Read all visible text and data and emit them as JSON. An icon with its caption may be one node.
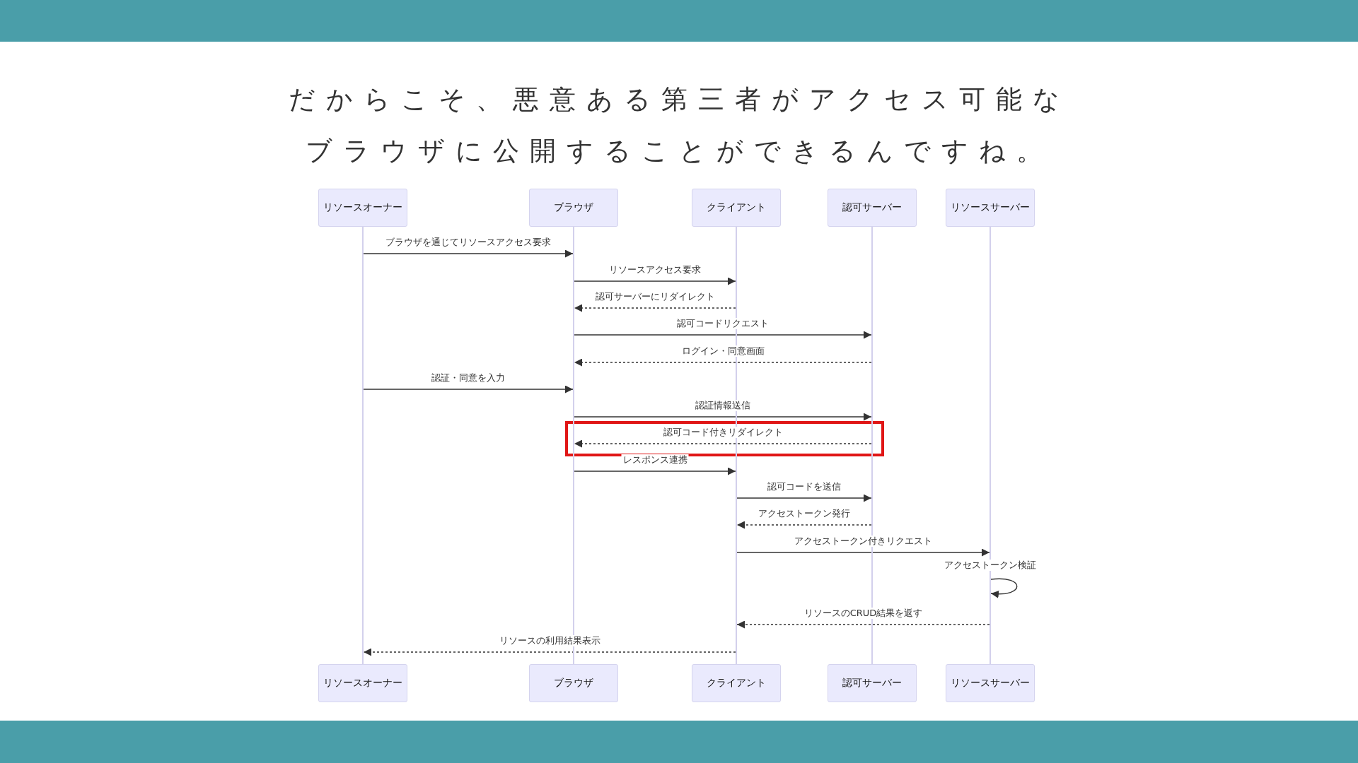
{
  "diagram": {
    "title": "だからこそ、悪意ある第三者がアクセス可能なブラウザに公開することができるんですね。",
    "nodes": [
      {
        "text": [
          "リソースオーナー"
        ]
      },
      {
        "text": [
          "ブラウザ"
        ]
      },
      {
        "text": [
          "クライアント"
        ]
      },
      {
        "text": [
          "認可サーバー"
        ]
      },
      {
        "text": [
          "リソースサーバー"
        ]
      },
      {
        "text": [],
        "shape": "bar"
      },
      {
        "text": [],
        "shape": "bar"
      },
      {
        "text": [],
        "shape": "bar"
      },
      {
        "text": [],
        "shape": "bar"
      },
      {
        "text": [],
        "shape": "bar"
      },
      {
        "text": [
          "リソースオーナー"
        ]
      },
      {
        "text": [
          "ブラウザ"
        ]
      },
      {
        "text": [
          "クライアント"
        ]
      },
      {
        "text": [
          "認可サーバー"
        ]
      },
      {
        "text": [
          "リソースサーバー"
        ]
      }
    ],
    "edges": [
      {
        "from": 5,
        "to": 6,
        "arrow": "to",
        "label": "ブラウザを通じてリソースアクセス要求"
      },
      {
        "from": 6,
        "to": 7,
        "arrow": "to",
        "label": "リソースアクセス要求"
      },
      {
        "from": 7,
        "to": 6,
        "arrow": "to",
        "label": "認可サーバーにリダイレクト",
        "style": "dashed"
      },
      {
        "from": 6,
        "to": 8,
        "arrow": "to",
        "label": "認可コードリクエスト"
      },
      {
        "from": 8,
        "to": 6,
        "arrow": "to",
        "label": "ログイン・同意画面",
        "style": "dashed"
      },
      {
        "from": 5,
        "to": 6,
        "arrow": "to",
        "label": "認証・同意を入力"
      },
      {
        "from": 6,
        "to": 8,
        "arrow": "to",
        "label": "認証情報送信"
      },
      {
        "from": 8,
        "to": 6,
        "arrow": "to",
        "label": "認可コード付きリダイレクト",
        "style": "dashed"
      },
      {
        "from": 6,
        "to": 7,
        "arrow": "to",
        "label": "レスポンス連携"
      },
      {
        "from": 7,
        "to": 8,
        "arrow": "to",
        "label": "認可コードを送信"
      },
      {
        "from": 8,
        "to": 7,
        "arrow": "to",
        "label": "アクセストークン発行",
        "style": "dashed"
      },
      {
        "from": 7,
        "to": 9,
        "arrow": "to",
        "label": "アクセストークン付きリクエスト"
      },
      {
        "from": 9,
        "to": 9,
        "arrow": "to",
        "label": "アクセストークン検証"
      },
      {
        "from": 9,
        "to": 7,
        "arrow": "to",
        "label": "リソースのCRUD結果を返す",
        "style": "dashed"
      },
      {
        "from": 7,
        "to": 5,
        "arrow": "to",
        "label": "リソースの利用結果表示",
        "style": "dashed"
      }
    ]
  }
}
